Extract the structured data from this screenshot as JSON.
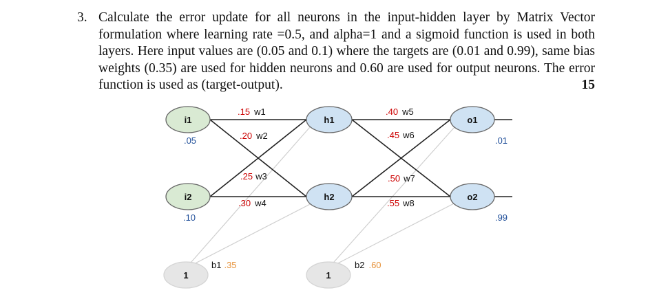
{
  "question": {
    "number": "3.",
    "text": "Calculate the error update for all neurons in the input-hidden layer by Matrix Vector formulation where learning rate =0.5, and alpha=1 and a sigmoid function is used in both layers. Here input values are (0.05 and 0.1) where the targets are (0.01 and 0.99), same bias weights (0.35) are used for hidden neurons and 0.60 are used for output neurons. The error function is used as (target-output).",
    "marks": "15"
  },
  "network": {
    "nodes": {
      "i1": "i1",
      "i2": "i2",
      "h1": "h1",
      "h2": "h2",
      "o1": "o1",
      "o2": "o2",
      "b1": "1",
      "b2": "1"
    },
    "inputs": {
      "i1": ".05",
      "i2": ".10"
    },
    "targets": {
      "o1": ".01",
      "o2": ".99"
    },
    "weights": {
      "w1": {
        "value": ".15",
        "name": "w1"
      },
      "w2": {
        "value": ".20",
        "name": "w2"
      },
      "w3": {
        "value": ".25",
        "name": "w3"
      },
      "w4": {
        "value": ".30",
        "name": "w4"
      },
      "w5": {
        "value": ".40",
        "name": "w5"
      },
      "w6": {
        "value": ".45",
        "name": "w6"
      },
      "w7": {
        "value": ".50",
        "name": "w7"
      },
      "w8": {
        "value": ".55",
        "name": "w8"
      }
    },
    "bias": {
      "b1": {
        "name": "b1",
        "value": ".35"
      },
      "b2": {
        "name": "b2",
        "value": ".60"
      }
    },
    "colors": {
      "input_fill": "#d9ead3",
      "hidden_fill": "#cfe2f3",
      "bias_fill": "#e6e6e6",
      "node_stroke": "#666666",
      "weight_value": "#cc0000",
      "bias_value": "#e69138",
      "io_value": "#1f4e99",
      "bias_line": "#cfcfcf"
    }
  }
}
